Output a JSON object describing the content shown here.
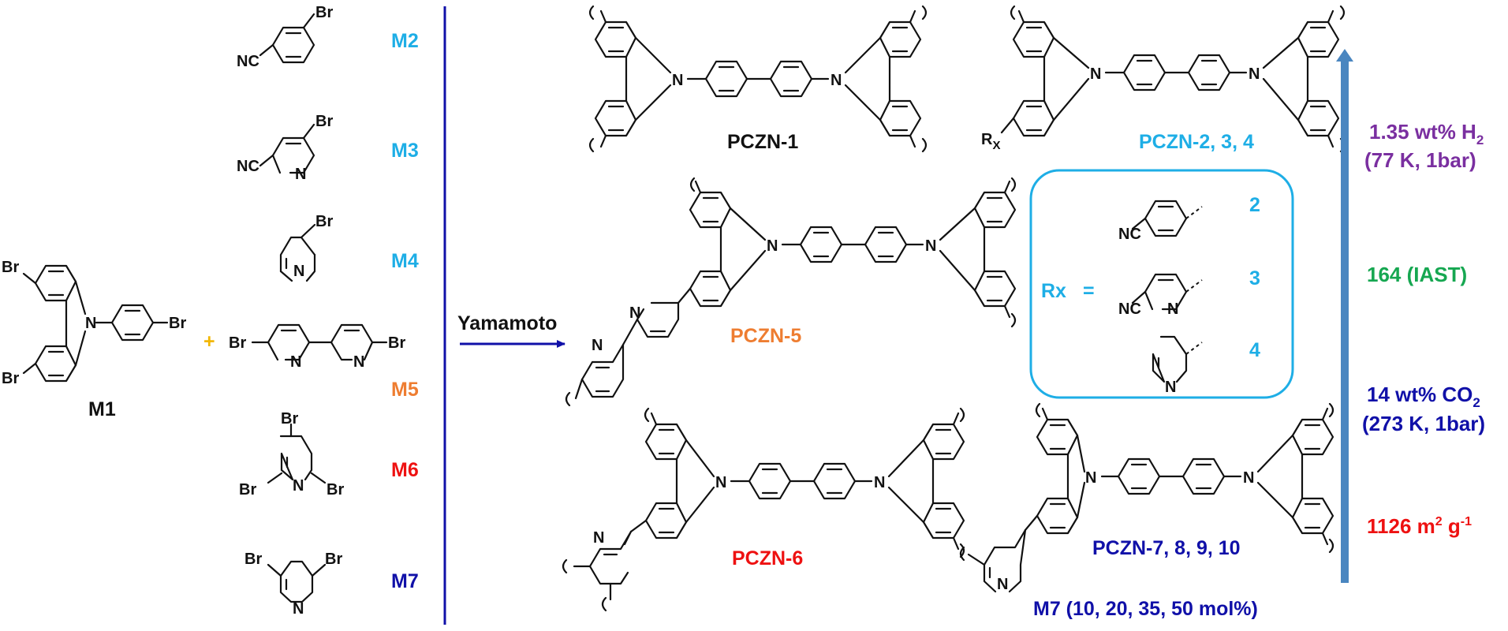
{
  "colors": {
    "black": "#111111",
    "sky": "#1EAEE6",
    "orange": "#EE7D31",
    "red": "#EE1111",
    "navy": "#1010A8",
    "purple": "#7A2FA0",
    "green": "#16A751",
    "magenta": "#E81CE8",
    "gold": "#F2B705",
    "arrow": "#4A86C0"
  },
  "reaction": {
    "plus": "+",
    "condition": "Yamamoto"
  },
  "monomers": {
    "m1": "M1",
    "m2": "M2",
    "m3": "M3",
    "m4": "M4",
    "m5": "M5",
    "m6": "M6",
    "m7": "M7"
  },
  "atoms": {
    "br": "Br",
    "n": "N",
    "nc": "NC",
    "rx_main": "R",
    "rx_sub": "X"
  },
  "polymers": {
    "pczn1": "PCZN-1",
    "pczn234": "PCZN-2, 3, 4",
    "pczn5": "PCZN-5",
    "pczn6": "PCZN-6",
    "pczn7": "PCZN-7, 8, 9, 10",
    "m7_loading": "M7 (10, 20, 35, 50 mol%)"
  },
  "rx_box": {
    "label": "Rx",
    "equals": "=",
    "entries": [
      "2",
      "3",
      "4"
    ]
  },
  "properties": {
    "h2_main": "1.35 wt% H",
    "h2_sub": "2",
    "h2_cond": "(77 K, 1bar)",
    "iast": "164 (IAST)",
    "co2_main": "14 wt% CO",
    "co2_sub": "2",
    "co2_cond": "(273 K, 1bar)",
    "bet_main": "1126 m",
    "bet_sup1": "2",
    "bet_mid": " g",
    "bet_sup2": "-1"
  }
}
